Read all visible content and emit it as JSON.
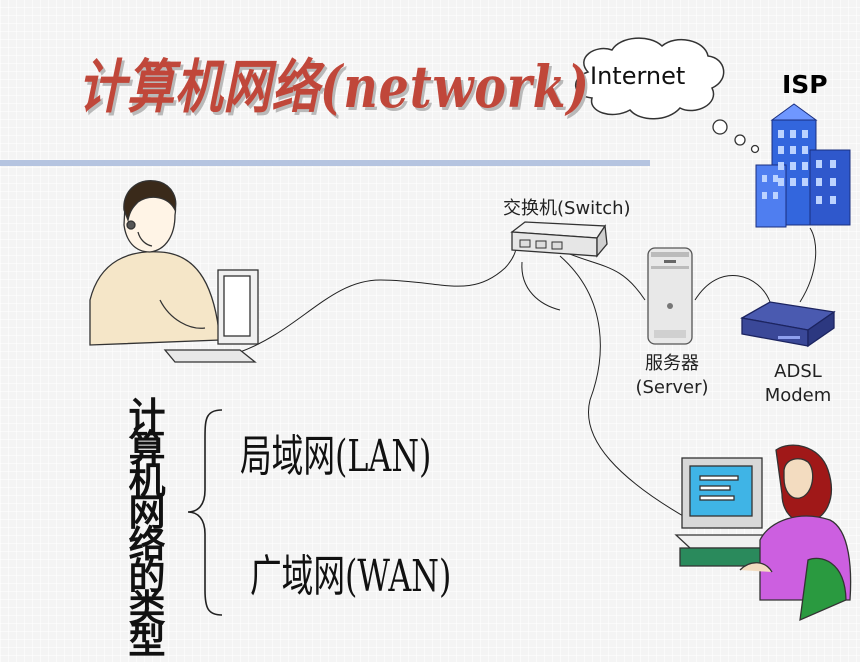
{
  "title": "计算机网络(network)",
  "internet_label": "Internet",
  "isp_label": "ISP",
  "switch_label": "交换机(Switch)",
  "server_label_cn": "服务器",
  "server_label_en": "(Server)",
  "modem_label_1": "ADSL",
  "modem_label_2": "Modem",
  "types_heading": "计算机网络的类型",
  "types": [
    "局域网(LAN)",
    "广域网(WAN)"
  ]
}
